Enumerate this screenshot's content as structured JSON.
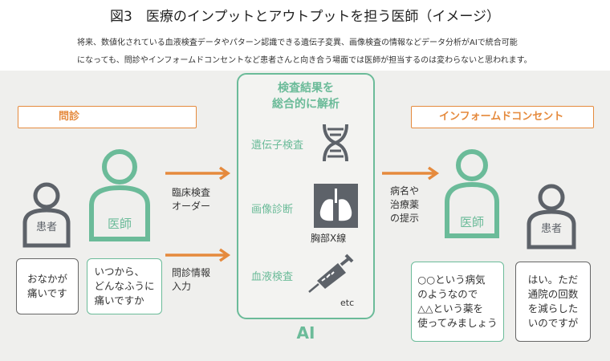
{
  "title": "図3　医療のインプットとアウトプットを担う医師（イメージ）",
  "subtitle_lines": [
    "将来、数値化されている血液検査データやパターン認識できる遺伝子変異、画像検査の情報などデータ分析がAIで統合可能",
    "になっても、問診やインフォームドコンセントなど患者さんと向き合う場面では医師が担当するのは変わらないと思われます。"
  ],
  "left": {
    "header": "問診",
    "patient_label": "患者",
    "doctor_label": "医師",
    "patient_speech": [
      "おなかが",
      "痛いです"
    ],
    "doctor_speech": [
      "いつから、",
      "どんなふうに",
      "痛いですか"
    ]
  },
  "arrows": {
    "order": [
      "臨床検査",
      "オーダー"
    ],
    "interview": [
      "問診情報",
      "入力"
    ],
    "output": [
      "病名や",
      "治療薬",
      "の提示"
    ]
  },
  "ai": {
    "heading": [
      "検査結果を",
      "総合的に解析"
    ],
    "items": [
      {
        "label": "遺伝子検査",
        "icon": "dna-icon"
      },
      {
        "label": "画像診断",
        "icon": "lungs-xray-icon",
        "caption": "胸部X線"
      },
      {
        "label": "血液検査",
        "icon": "syringe-icon"
      }
    ],
    "etc": "etc",
    "label": "AI"
  },
  "right": {
    "header": "インフォームドコンセント",
    "doctor_label": "医師",
    "patient_label": "患者",
    "doctor_speech": [
      "○○という病気",
      "のようなので",
      "△△という薬を",
      "使ってみましょう"
    ],
    "patient_speech": [
      "はい。ただ",
      "通院の回数",
      "を減らした",
      "いのですが"
    ]
  },
  "colors": {
    "green": "#6bbb99",
    "orange": "#e58a3d",
    "gray": "#5d6269"
  }
}
